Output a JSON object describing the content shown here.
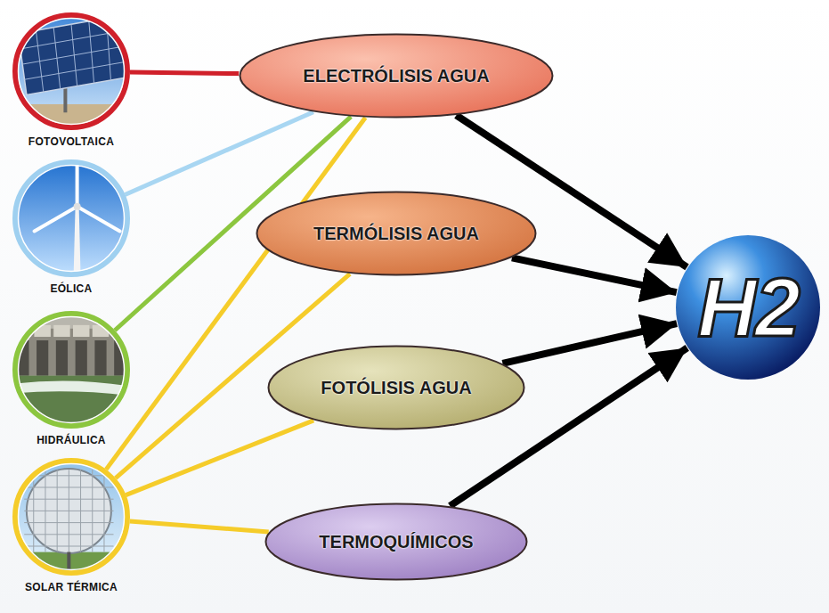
{
  "diagram": {
    "nodes": [
      {
        "text": [
          "FOTOVOLTAICA"
        ]
      },
      {
        "text": [
          "EÓLICA"
        ]
      },
      {
        "text": [
          "HIDRÁULICA"
        ]
      },
      {
        "text": [
          "SOLAR TÉRMICA"
        ]
      },
      {
        "text": [
          "ELECTRÓLISIS AGUA"
        ]
      },
      {
        "text": [
          "TERMÓLISIS AGUA"
        ]
      },
      {
        "text": [
          "FOTÓLISIS AGUA"
        ]
      },
      {
        "text": [
          "TERMOQUÍMICOS"
        ]
      },
      {
        "text": [
          "H2"
        ]
      }
    ],
    "edges": [
      {
        "from": 0,
        "to": 4,
        "arrow": "none"
      },
      {
        "from": 1,
        "to": 4,
        "arrow": "none"
      },
      {
        "from": 2,
        "to": 4,
        "arrow": "none"
      },
      {
        "from": 3,
        "to": 4,
        "arrow": "none"
      },
      {
        "from": 3,
        "to": 5,
        "arrow": "none"
      },
      {
        "from": 3,
        "to": 6,
        "arrow": "none"
      },
      {
        "from": 3,
        "to": 7,
        "arrow": "none"
      },
      {
        "from": 4,
        "to": 8,
        "arrow": "to"
      },
      {
        "from": 5,
        "to": 8,
        "arrow": "to"
      },
      {
        "from": 6,
        "to": 8,
        "arrow": "to"
      },
      {
        "from": 7,
        "to": 8,
        "arrow": "to"
      }
    ]
  }
}
